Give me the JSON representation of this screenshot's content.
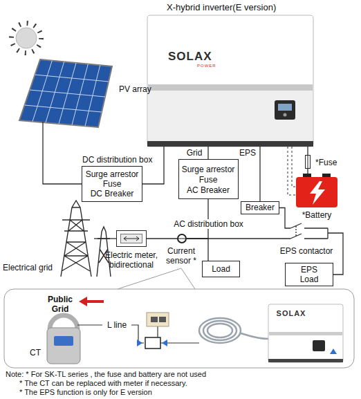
{
  "diagram": {
    "nodes": [
      {
        "text": [
          "X-hybrid inverter(E version)",
          "SOLAX",
          "POWER"
        ]
      },
      {
        "text": [
          "PV array"
        ]
      },
      {
        "text": [
          "DC distribution box",
          "Surge arrestor",
          "Fuse",
          "DC Breaker"
        ]
      },
      {
        "text": [
          "Surge arrestor",
          "Fuse",
          "AC Breaker",
          "AC distribution box"
        ]
      },
      {
        "text": [
          "*Fuse"
        ]
      },
      {
        "text": [
          "*Battery"
        ]
      },
      {
        "text": [
          "Breaker"
        ]
      },
      {
        "text": [
          "Electrical grid"
        ]
      },
      {
        "text": [
          "Electric meter, bidirectional"
        ]
      },
      {
        "text": [
          "Current sensor *"
        ]
      },
      {
        "text": [
          "Load"
        ]
      },
      {
        "text": [
          "EPS contactor"
        ]
      },
      {
        "text": [
          "EPS Load"
        ]
      }
    ],
    "edges": [
      {
        "from": 1,
        "to": 2,
        "arrow": "none"
      },
      {
        "from": 2,
        "to": 0,
        "arrow": "none"
      },
      {
        "from": 0,
        "to": 3,
        "arrow": "none"
      },
      {
        "from": 0,
        "to": 6,
        "arrow": "none"
      },
      {
        "from": 0,
        "to": 4,
        "arrow": "none"
      },
      {
        "from": 4,
        "to": 5,
        "arrow": "none"
      },
      {
        "from": 7,
        "to": 8,
        "arrow": "none"
      },
      {
        "from": 8,
        "to": 9,
        "arrow": "none"
      },
      {
        "from": 9,
        "to": 3,
        "arrow": "none"
      },
      {
        "from": 9,
        "to": 10,
        "arrow": "none"
      },
      {
        "from": 9,
        "to": 11,
        "arrow": "none"
      },
      {
        "from": 6,
        "to": 11,
        "arrow": "none"
      },
      {
        "from": 11,
        "to": 12,
        "arrow": "none"
      }
    ],
    "labels": [
      "Grid",
      "EPS",
      "Public Grid",
      "L line",
      "CT",
      "SOLAX",
      "Note: * For SK-TL series , the fuse and battery are not used",
      "* The CT can be replaced with meter if necessary.",
      "* The EPS function is only for E version"
    ]
  }
}
